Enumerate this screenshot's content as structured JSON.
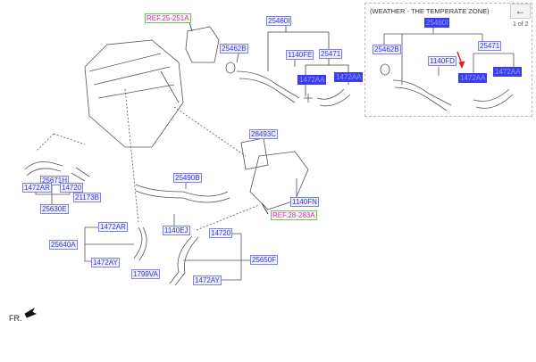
{
  "main": {
    "refs": {
      "top": "REF.25-251A",
      "right": "REF.28-283A"
    },
    "labels": {
      "p25460I": "25460I",
      "p25462B": "25462B",
      "p1140FE": "1140FE",
      "p25471": "25471",
      "p1472AA_a": "1472AA",
      "p1472AA_b": "1472AA",
      "p28493C": "28493C",
      "p25671H": "25671H",
      "p1472AR_a": "1472AR",
      "p14720_a": "14720",
      "p21173B": "21173B",
      "p25630E": "25630E",
      "p25490B": "25490B",
      "p1140FN": "1140FN",
      "p1472AR_b": "1472AR",
      "p1140EJ": "1140EJ",
      "p14720_b": "14720",
      "p25640A": "25640A",
      "p25650F": "25650F",
      "p1472AY_a": "1472AY",
      "p1799VA": "1799VA",
      "p1472AY_b": "1472AY"
    },
    "orientation": "FR."
  },
  "inset": {
    "title": "(WEATHER - THE TEMPERATE ZONE)",
    "back_icon": "arrow-left-icon",
    "pager": "1 of 2",
    "labels": {
      "p25460I": "25460I",
      "p25462B": "25462B",
      "p1140FD": "1140FD",
      "p25471": "25471",
      "p1472AA_a": "1472AA",
      "p1472AA_b": "1472AA"
    }
  },
  "colors": {
    "label": "#3333dd",
    "highlight": "#3b3bf0",
    "ref": "#e020c0",
    "arrow": "#e02020"
  }
}
